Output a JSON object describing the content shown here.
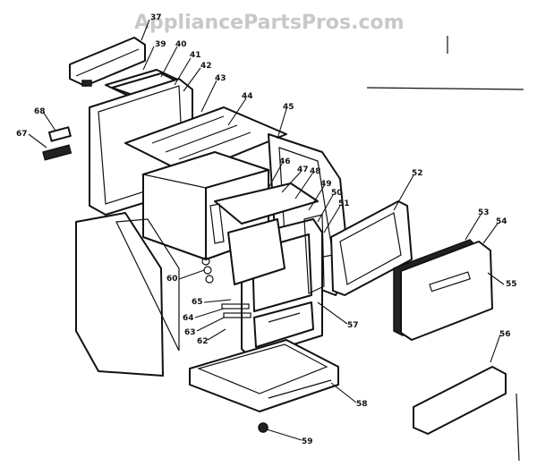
{
  "watermark": "AppliancePartsPros.com",
  "callouts": [
    "37",
    "39",
    "40",
    "41",
    "42",
    "43",
    "44",
    "45",
    "46",
    "47",
    "48",
    "49",
    "50",
    "51",
    "52",
    "53",
    "54",
    "55",
    "56",
    "57",
    "58",
    "59",
    "60",
    "62",
    "63",
    "64",
    "65",
    "67",
    "68"
  ]
}
